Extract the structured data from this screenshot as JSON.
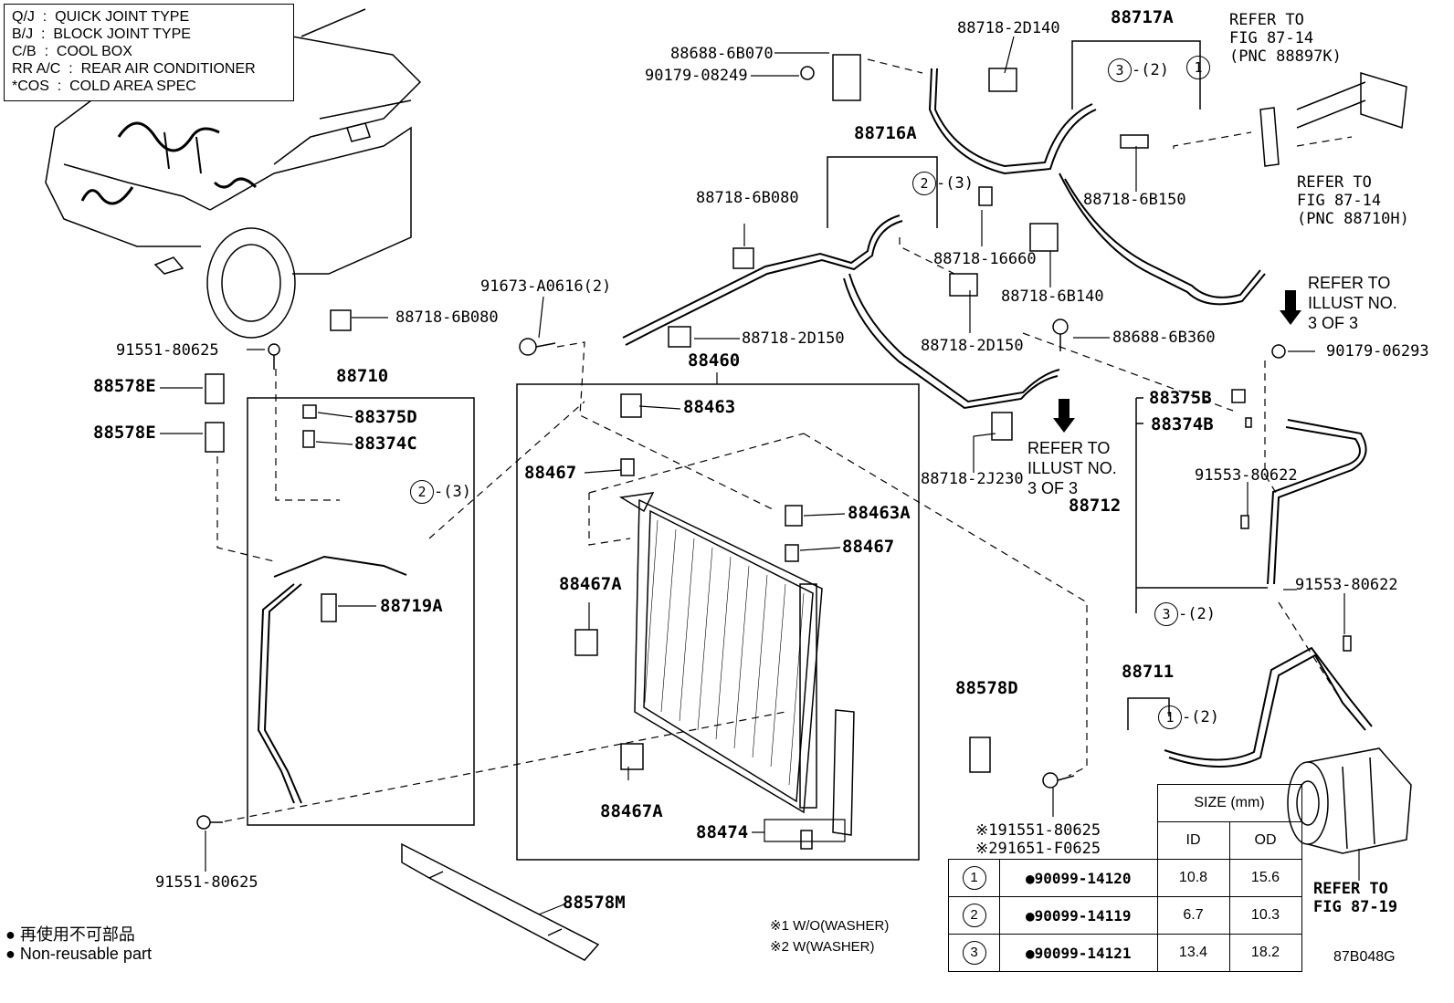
{
  "legend": {
    "lines": [
      "Q/J  :  QUICK JOINT TYPE",
      "B/J  :  BLOCK JOINT TYPE",
      "C/B  :  COOL BOX",
      "RR A/C  :  REAR AIR CONDITIONER",
      "*COS  :  COLD AREA SPEC"
    ]
  },
  "labels": {
    "p88717A": "88717A",
    "p88718_2D140": "88718-2D140",
    "p88688_6B070": "88688-6B070",
    "p90179_08249": "90179-08249",
    "p88716A": "88716A",
    "p88718_6B080_top": "88718-6B080",
    "p88718_6B150": "88718-6B150",
    "p88718_16660": "88718-16660",
    "p88718_6B140": "88718-6B140",
    "p88718_6B080_left": "88718-6B080",
    "p91551_80625_top": "91551-80625",
    "p91673": "91673-A0616(2)",
    "p88718_2D150_a": "88718-2D150",
    "p88718_2D150_b": "88718-2D150",
    "p88688_6B360": "88688-6B360",
    "p90179_06293": "90179-06293",
    "p88578E_1": "88578E",
    "p88578E_2": "88578E",
    "p88710": "88710",
    "p88375D": "88375D",
    "p88374C": "88374C",
    "p88719A": "88719A",
    "p88460": "88460",
    "p88463": "88463",
    "p88467_a": "88467",
    "p88463A": "88463A",
    "p88467_b": "88467",
    "p88467A_a": "88467A",
    "p88467A_b": "88467A",
    "p88474": "88474",
    "p88375B": "88375B",
    "p88374B": "88374B",
    "p88712": "88712",
    "p91553_a": "91553-80622",
    "p91553_b": "91553-80622",
    "p88718_2J230": "88718-2J230",
    "p88578D": "88578D",
    "p88711": "88711",
    "p91551_80625_bottom": "91551-80625",
    "p88578M": "88578M",
    "s191551": "※191551-80625",
    "s291651": "※291651-F0625",
    "c2_3_left": "-(3)",
    "c2_3_mid": "-(3)",
    "c3_2_top": "-(2)",
    "c3_2_right": "-(2)",
    "c1_2": "-(2)",
    "figcode": "87B048G"
  },
  "circle_marks": {
    "one": "1",
    "two": "2",
    "three": "3"
  },
  "refers": {
    "r1": "REFER TO\nFIG 87-14\n(PNC 88897K)",
    "r2": "REFER TO\nFIG 87-14\n(PNC 88710H)",
    "r3": "REFER TO\nILLUST NO.\n3 OF 3",
    "r4": "REFER TO\nILLUST NO.\n3 OF 3",
    "r5": "REFER TO\nFIG 87-19"
  },
  "notes": {
    "jp": "● 再使用不可部品",
    "en": "● Non-reusable part",
    "w1": "※1 W/O(WASHER)",
    "w2": "※2 W(WASHER)"
  },
  "size_table": {
    "header": "SIZE (mm)",
    "col_id": "ID",
    "col_od": "OD",
    "rows": [
      {
        "mark": "1",
        "part": "●90099-14120",
        "id": "10.8",
        "od": "15.6"
      },
      {
        "mark": "2",
        "part": "●90099-14119",
        "id": "6.7",
        "od": "10.3"
      },
      {
        "mark": "3",
        "part": "●90099-14121",
        "id": "13.4",
        "od": "18.2"
      }
    ]
  }
}
